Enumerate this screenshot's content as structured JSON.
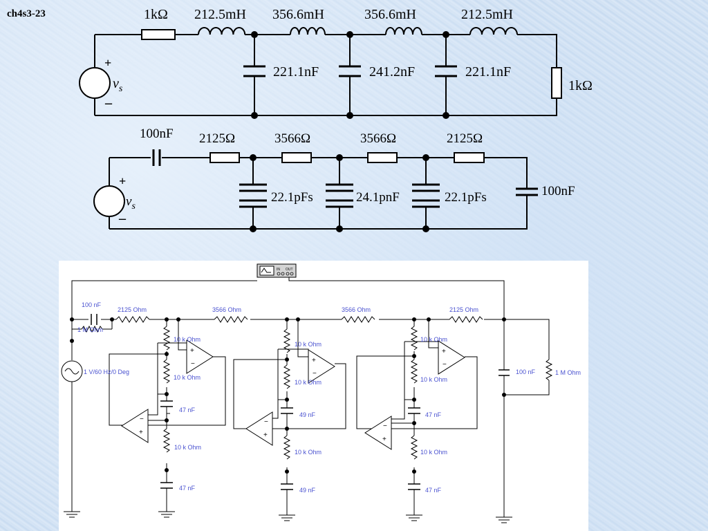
{
  "slide_label": "ch4s3-23",
  "circuit_top": {
    "source_symbol": "v",
    "source_sub": "s",
    "plus": "+",
    "minus": "–",
    "series": [
      "1kΩ",
      "212.5mH",
      "356.6mH",
      "356.6mH",
      "212.5mH"
    ],
    "shunt": [
      "221.1nF",
      "241.2nF",
      "221.1nF"
    ],
    "load": "1kΩ"
  },
  "circuit_middle": {
    "source_symbol": "v",
    "source_sub": "s",
    "plus": "+",
    "minus": "–",
    "series_cap": "100nF",
    "series": [
      "2125Ω",
      "3566Ω",
      "3566Ω",
      "2125Ω"
    ],
    "shunt": [
      "22.1pFs",
      "24.1pnF",
      "22.1pFs"
    ],
    "load_cap": "100nF"
  },
  "sim_circuit": {
    "input_cap": "100 nF",
    "input_res": "1 M Ohm",
    "source": "1 V/60 Hz/0 Deg",
    "series": [
      "2125  Ohm",
      "3566  Ohm",
      "3566  Ohm",
      "2125  Ohm"
    ],
    "gic1": [
      "10 k Ohm",
      "10 k Ohm",
      "47 nF",
      "10 k Ohm",
      "47 nF"
    ],
    "gic2": [
      "10 k Ohm",
      "10 k Ohm",
      "49 nF",
      "10 k Ohm",
      "49 nF"
    ],
    "gic3": [
      "10 k Ohm",
      "10 k Ohm",
      "47 nF",
      "10 k Ohm",
      "47 nF"
    ],
    "out_cap": "100 nF",
    "out_res": "1 M Ohm",
    "scope_in": "IN",
    "scope_out": "OUT"
  }
}
